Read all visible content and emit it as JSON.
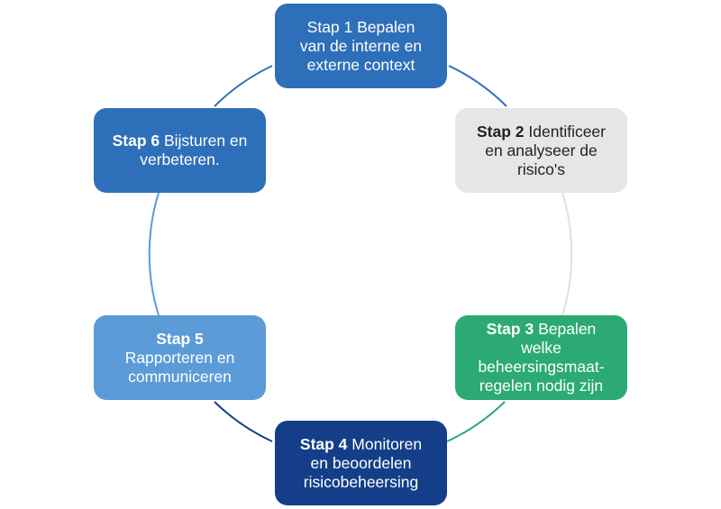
{
  "steps": [
    {
      "id": "step-1",
      "bold": "",
      "lines": [
        "Stap 1 Bepalen",
        "van de interne en",
        "externe context"
      ],
      "fill": "#2e6fba",
      "text_color": "#ffffff"
    },
    {
      "id": "step-2",
      "bold": "Stap 2",
      "lines": [
        " Identificeer",
        "en analyseer de",
        "risico's"
      ],
      "fill": "#e6e6e6",
      "text_color": "#222222"
    },
    {
      "id": "step-3",
      "bold": "Stap 3",
      "lines": [
        " Bepalen",
        "welke",
        "beheersingsmaat-",
        "regelen nodig zijn"
      ],
      "fill": "#2baa74",
      "text_color": "#ffffff"
    },
    {
      "id": "step-4",
      "bold": "Stap 4",
      "lines": [
        " Monitoren",
        "en beoordelen",
        "risicobeheersing"
      ],
      "fill": "#143f88",
      "text_color": "#ffffff"
    },
    {
      "id": "step-5",
      "bold": "Stap 5",
      "lines": [
        "",
        "Rapporteren en",
        "communiceren"
      ],
      "fill": "#5b9bd7",
      "text_color": "#ffffff"
    },
    {
      "id": "step-6",
      "bold": "Stap 6",
      "lines": [
        " Bijsturen en",
        "verbeteren."
      ],
      "fill": "#2e6fba",
      "text_color": "#ffffff"
    }
  ],
  "connector_colors": [
    "#2e6fba",
    "#e0e0e0",
    "#2baa74",
    "#143f88",
    "#5b9bd7",
    "#2e6fba"
  ]
}
